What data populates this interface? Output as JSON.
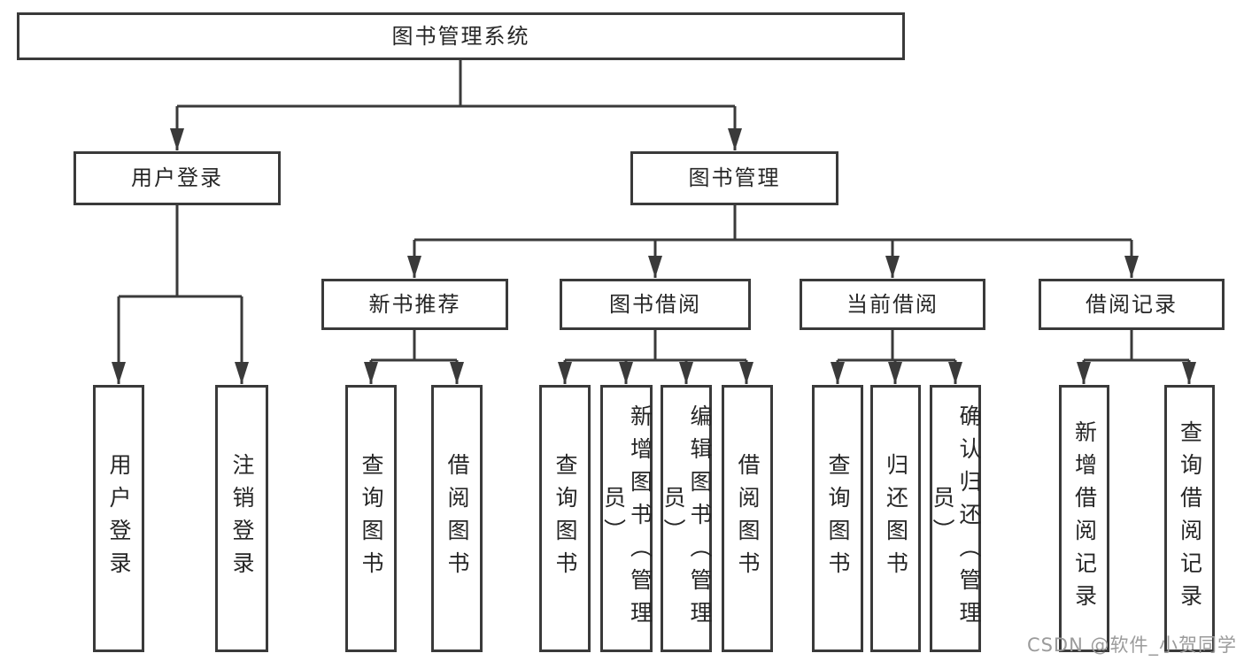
{
  "tree": {
    "label": "图书管理系统",
    "children": [
      {
        "label": "用户登录",
        "children": [
          {
            "label": "用户登录"
          },
          {
            "label": "注销登录"
          }
        ]
      },
      {
        "label": "图书管理",
        "children": [
          {
            "label": "新书推荐",
            "children": [
              {
                "label": "查询图书"
              },
              {
                "label": "借阅图书"
              }
            ]
          },
          {
            "label": "图书借阅",
            "children": [
              {
                "label": "查询图书"
              },
              {
                "label": "新增图书（管理员）"
              },
              {
                "label": "编辑图书（管理员）"
              },
              {
                "label": "借阅图书"
              }
            ]
          },
          {
            "label": "当前借阅",
            "children": [
              {
                "label": "查询图书"
              },
              {
                "label": "归还图书"
              },
              {
                "label": "确认归还（管理员）"
              }
            ]
          },
          {
            "label": "借阅记录",
            "children": [
              {
                "label": "新增借阅记录"
              },
              {
                "label": "查询借阅记录"
              }
            ]
          }
        ]
      }
    ]
  },
  "watermark": {
    "text": "CSDN @软件_小贺同学"
  },
  "colors": {
    "line": "#3a3a3a",
    "text": "#262626",
    "watermark": "#9b9b9b",
    "background": "#ffffff"
  }
}
